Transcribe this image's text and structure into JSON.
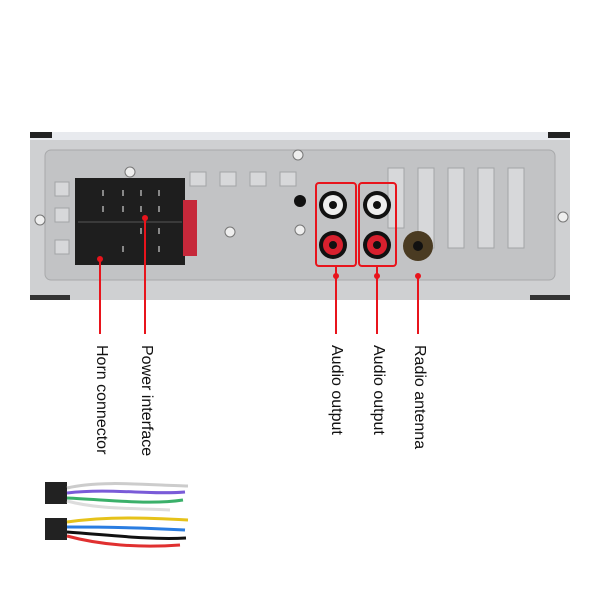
{
  "labels": {
    "horn": "Horn connector",
    "power": "Power interface",
    "audio1": "Audio output",
    "audio2": "Audio output",
    "antenna": "Radio antenna"
  },
  "colors": {
    "accent": "#e8141c",
    "chassis": "#d9d9d9",
    "connector": "#1e1e1e"
  }
}
